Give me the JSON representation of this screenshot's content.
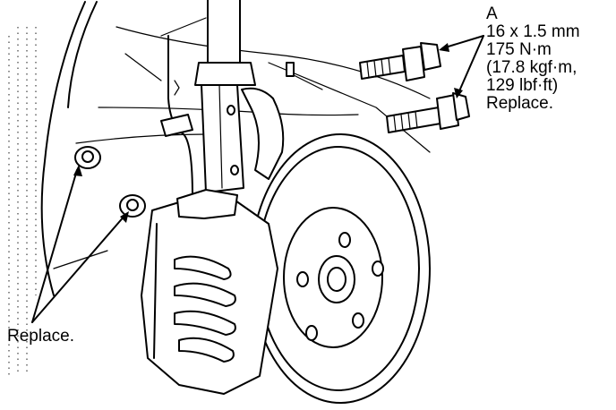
{
  "callouts": {
    "bolt": {
      "letter": "A",
      "size": "16 x 1.5 mm",
      "torque_nm": "175 N·m",
      "torque_kgf": "(17.8 kgf·m,",
      "torque_lbf": "129 lbf·ft)",
      "note": "Replace."
    },
    "nuts": {
      "note": "Replace."
    }
  }
}
